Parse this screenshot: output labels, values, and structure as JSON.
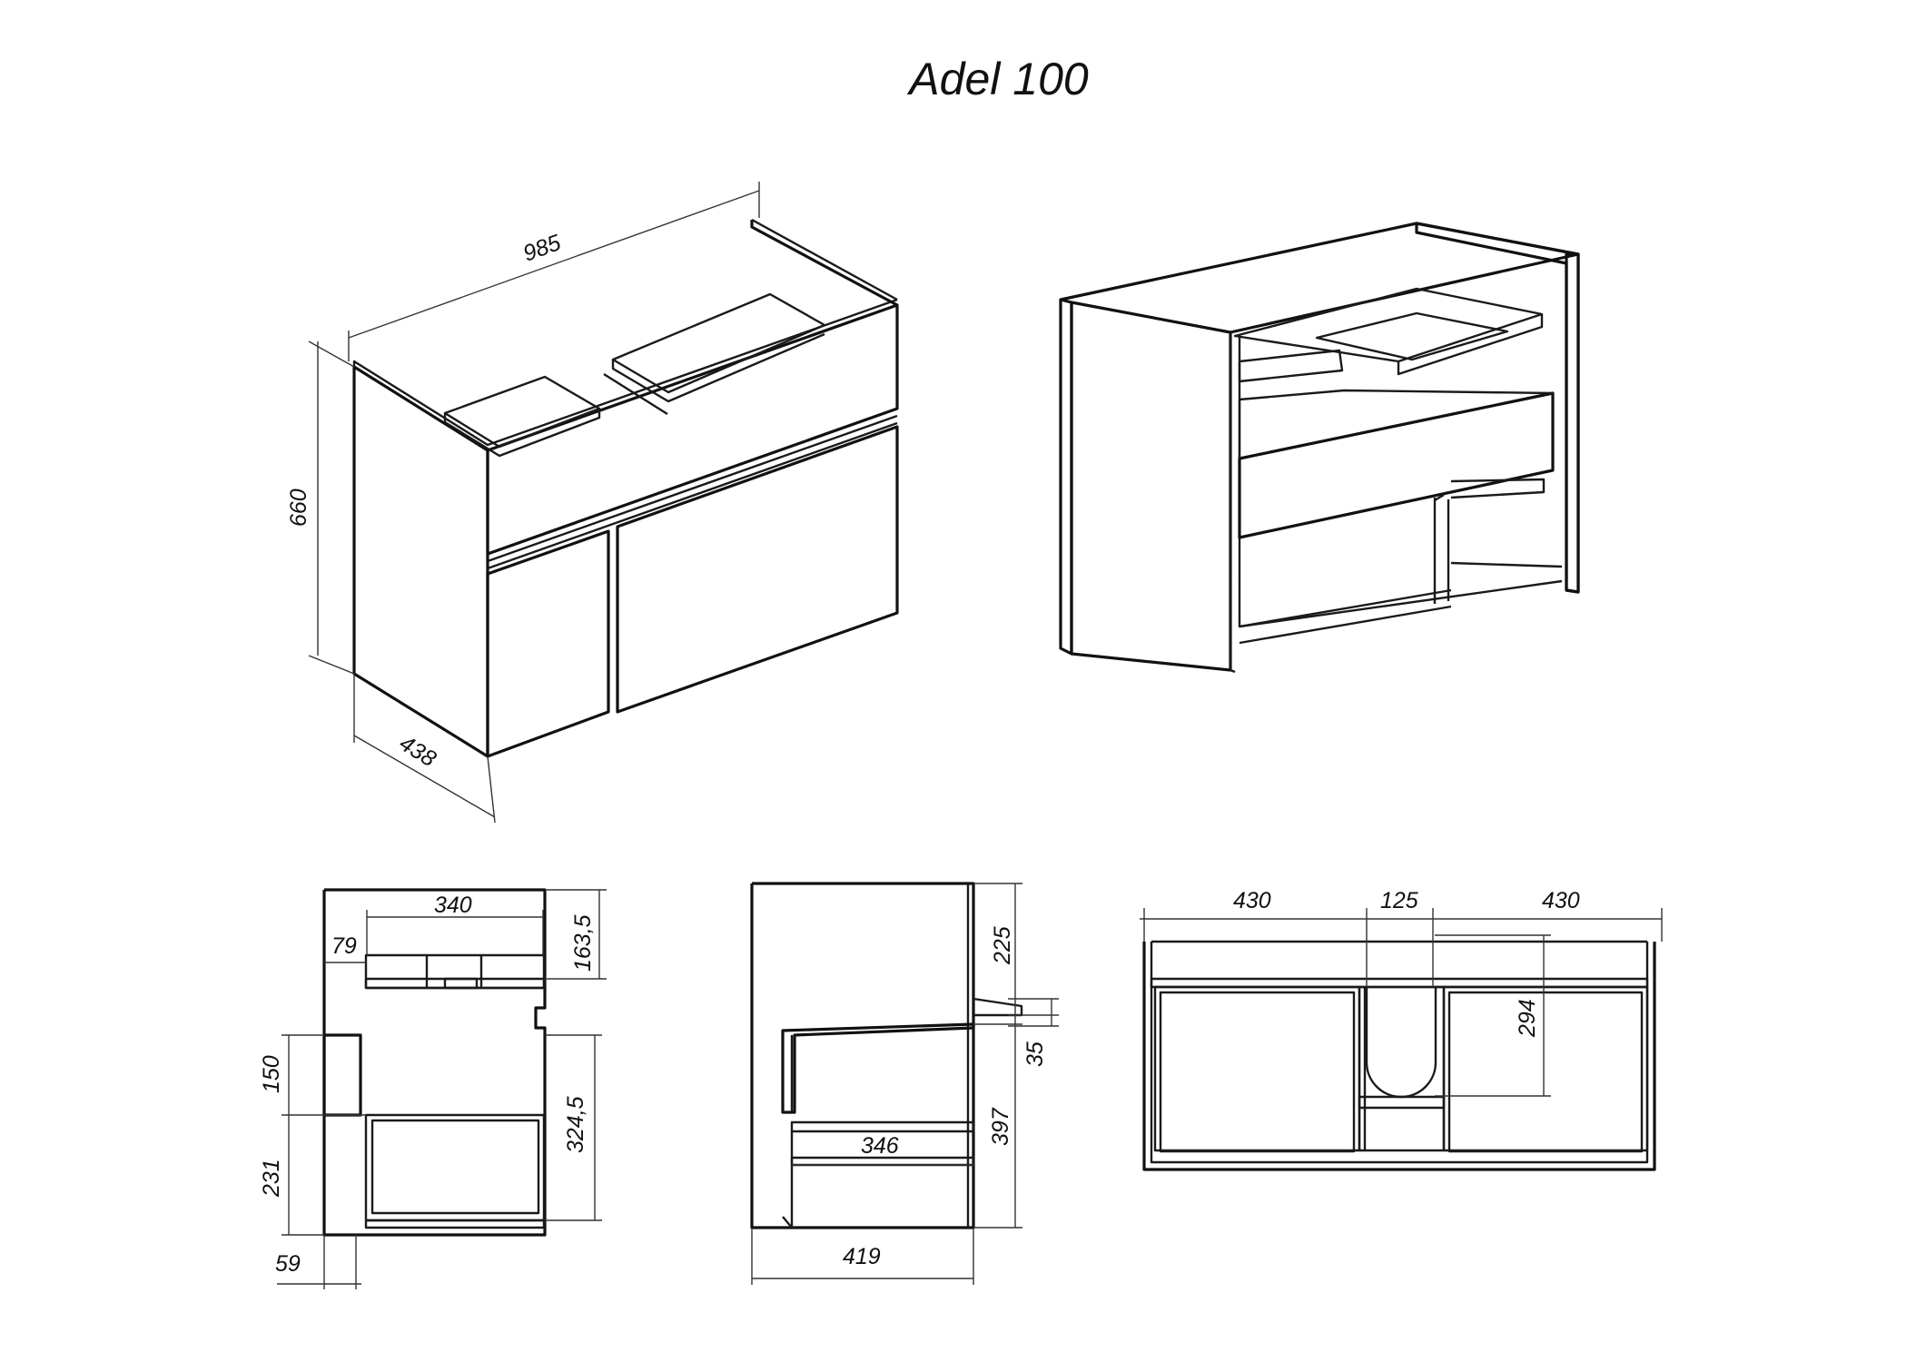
{
  "title": "Adel 100",
  "dimensions": {
    "iso_width": "985",
    "iso_height": "660",
    "iso_depth": "438",
    "side_top_width": "340",
    "side_offset": "79",
    "side_top_height": "163,5",
    "side_lower_height": "324,5",
    "side_150": "150",
    "side_231": "231",
    "side_59": "59",
    "section_225": "225",
    "section_35": "35",
    "section_397": "397",
    "section_346": "346",
    "section_419": "419",
    "top_left": "430",
    "top_mid": "125",
    "top_right": "430",
    "top_294": "294"
  }
}
